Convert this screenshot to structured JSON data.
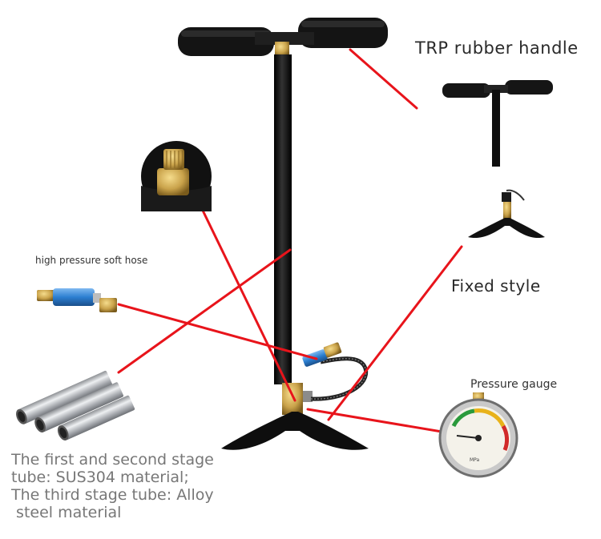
{
  "labels": {
    "handle": "TRP rubber handle",
    "hose": "high pressure soft hose",
    "fixed": "Fixed style",
    "gauge": "Pressure gauge",
    "tubes_lines": [
      "The first and second stage",
      "tube: SUS304 material;",
      "The third stage tube: Alloy",
      " steel material"
    ]
  },
  "colors": {
    "pointer": "#e8141b",
    "pump_body": "#111111",
    "brass": "#c9a24a",
    "hose_blue": "#2c7fd1",
    "steel": "#b9bcc0"
  }
}
